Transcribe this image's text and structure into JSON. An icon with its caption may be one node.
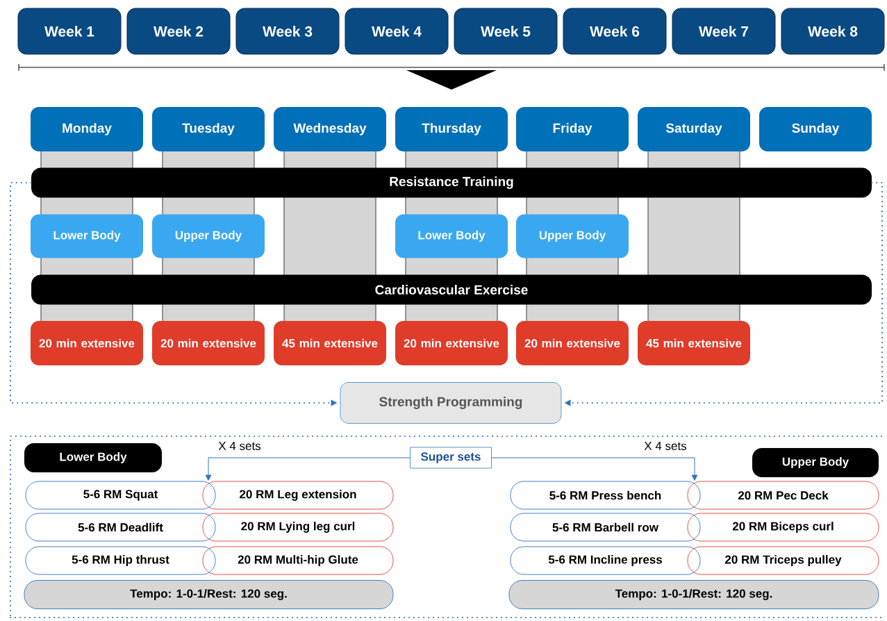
{
  "diagram": {
    "nodes": [
      {
        "text": [
          "Week 1"
        ]
      },
      {
        "text": [
          "Week 2"
        ]
      },
      {
        "text": [
          "Week 3"
        ]
      },
      {
        "text": [
          "Week 4"
        ]
      },
      {
        "text": [
          "Week 5"
        ]
      },
      {
        "text": [
          "Week 6"
        ]
      },
      {
        "text": [
          "Week 7"
        ]
      },
      {
        "text": [
          "Week 8"
        ]
      },
      {
        "text": [
          "Monday"
        ]
      },
      {
        "text": [
          "Tuesday"
        ]
      },
      {
        "text": [
          "Wednesday"
        ]
      },
      {
        "text": [
          "Thursday"
        ]
      },
      {
        "text": [
          "Friday"
        ]
      },
      {
        "text": [
          "Saturday"
        ]
      },
      {
        "text": [
          "Sunday"
        ]
      },
      {
        "text": [
          "Resistance Training"
        ]
      },
      {
        "text": [
          "Lower Body"
        ]
      },
      {
        "text": [
          "Upper Body"
        ]
      },
      {
        "text": [
          "Lower Body"
        ]
      },
      {
        "text": [
          "Upper Body"
        ]
      },
      {
        "text": [
          "Cardiovascular Exercise"
        ]
      },
      {
        "text": [
          "20 min extensive"
        ]
      },
      {
        "text": [
          "20 min extensive"
        ]
      },
      {
        "text": [
          "45 min extensive"
        ]
      },
      {
        "text": [
          "20 min extensive"
        ]
      },
      {
        "text": [
          "20 min extensive"
        ]
      },
      {
        "text": [
          "45 min extensive"
        ]
      },
      {
        "text": [
          "Strength Programming"
        ]
      },
      {
        "text": [
          "Super sets"
        ]
      },
      {
        "text": [
          "Lower Body"
        ]
      },
      {
        "text": [
          "Upper Body"
        ]
      },
      {
        "text": [
          "5-6 RM Squat"
        ]
      },
      {
        "text": [
          "20 RM Leg extension"
        ]
      },
      {
        "text": [
          "5-6 RM Deadlift"
        ]
      },
      {
        "text": [
          "20 RM Lying leg curl"
        ]
      },
      {
        "text": [
          "5-6 RM Hip thrust"
        ]
      },
      {
        "text": [
          "20 RM Multi-hip Glute"
        ]
      },
      {
        "text": [
          "Tempo: 1-0-1/Rest: 120 seg."
        ]
      },
      {
        "text": [
          "5-6 RM Press bench"
        ]
      },
      {
        "text": [
          "20 RM Pec Deck"
        ]
      },
      {
        "text": [
          "5-6 RM Barbell row"
        ]
      },
      {
        "text": [
          "20 RM Biceps curl"
        ]
      },
      {
        "text": [
          "5-6 RM Incline press"
        ]
      },
      {
        "text": [
          "20 RM Triceps pulley"
        ]
      },
      {
        "text": [
          "Tempo: 1-0-1/Rest: 120 seg."
        ]
      }
    ],
    "edges": [
      {
        "from": 15,
        "to": 27,
        "arrow": "to",
        "style": "dashed"
      },
      {
        "from": 15,
        "to": 27,
        "arrow": "to",
        "style": "dashed"
      },
      {
        "from": 28,
        "to": 31,
        "arrow": "to",
        "label": "X 4 sets"
      },
      {
        "from": 28,
        "to": 38,
        "arrow": "to",
        "label": "X 4 sets"
      }
    ]
  }
}
